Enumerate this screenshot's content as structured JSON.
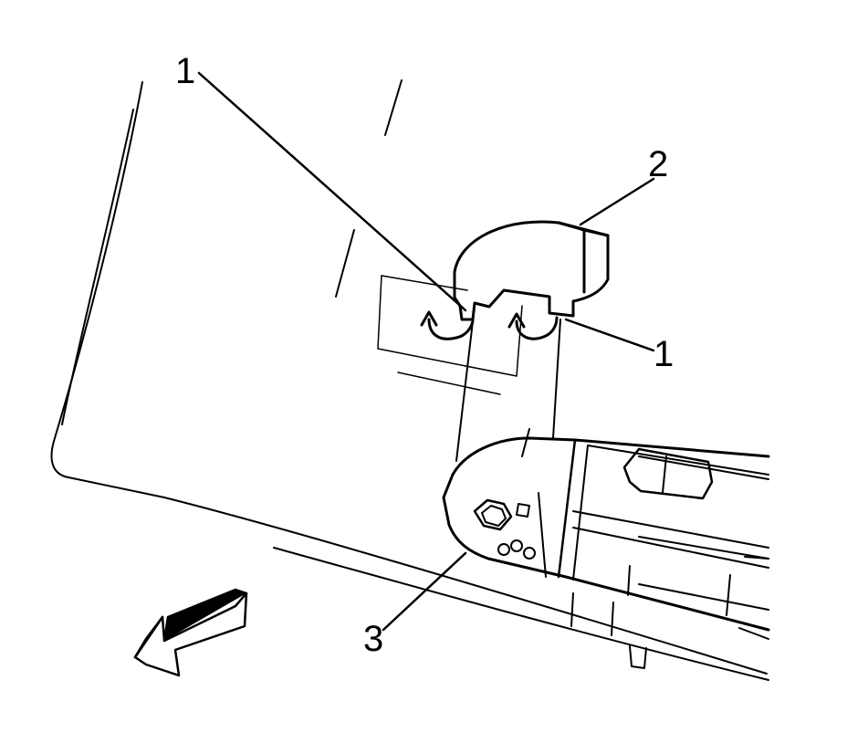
{
  "callouts": [
    {
      "id": "1",
      "label": "1"
    },
    {
      "id": "2",
      "label": "2"
    },
    {
      "id": "1",
      "label": "1"
    },
    {
      "id": "3",
      "label": "3"
    }
  ],
  "colors": {
    "line": "#000000",
    "background": "#ffffff"
  },
  "icons": {
    "direction_arrow": "front-direction-arrow-icon",
    "rotate_arrows": "rotation-arrow-icon"
  }
}
